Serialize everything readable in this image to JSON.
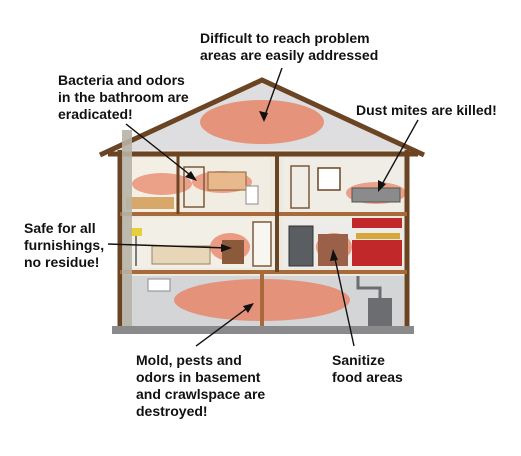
{
  "callouts": {
    "top": {
      "lines": [
        "Difficult to reach problem",
        "areas are easily addressed"
      ]
    },
    "bathroom": {
      "lines": [
        "Bacteria and odors",
        "in the bathroom are",
        "eradicated!"
      ]
    },
    "dustmites": {
      "lines": [
        "Dust mites are killed!"
      ]
    },
    "furnish": {
      "lines": [
        "Safe for all",
        "furnishings,",
        "no residue!"
      ]
    },
    "basement": {
      "lines": [
        "Mold, pests and",
        "odors in basement",
        "and crawlspace are",
        "destroyed!"
      ]
    },
    "food": {
      "lines": [
        "Sanitize",
        "food areas"
      ]
    }
  },
  "colors": {
    "frame": "#6b4424",
    "wall_interior": "#e9e6dc",
    "basement": "#cfd0d2",
    "attic": "#dcdcde",
    "roof_fill": "#e4e4e6",
    "heat_glow": "#e8866a",
    "floor_wood": "#a86a3a",
    "chimney": "#b8b2a6",
    "foundation": "#8a8a8c"
  }
}
